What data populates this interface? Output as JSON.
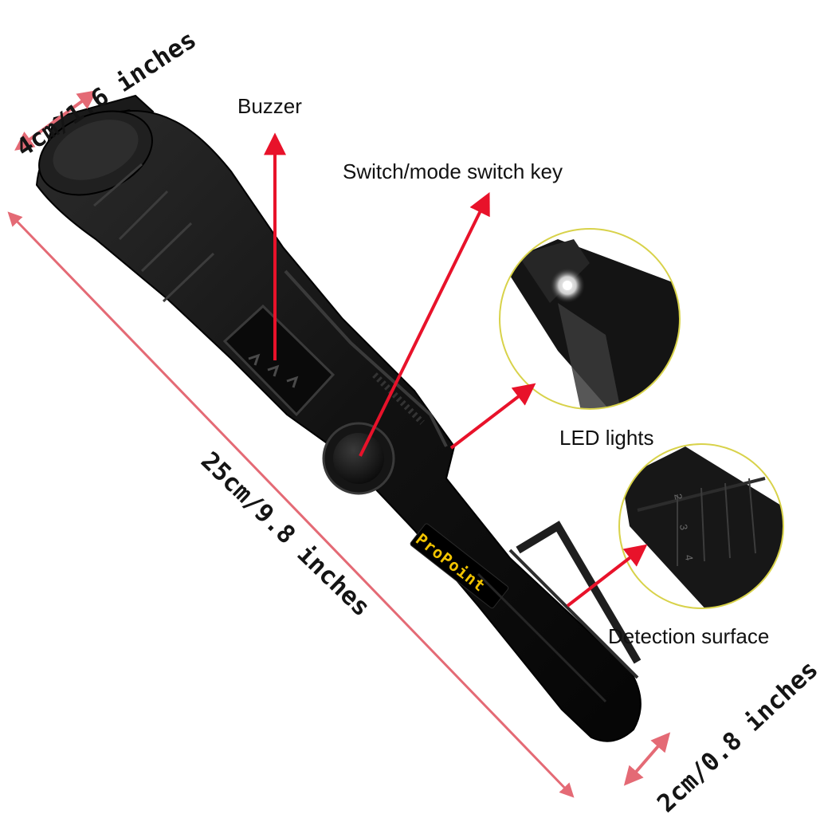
{
  "labels": {
    "buzzer": "Buzzer",
    "switch_key": "Switch/mode switch key",
    "led_lights": "LED lights",
    "detection_surface": "Detection surface"
  },
  "dimensions": {
    "top_width": "4cm/1.6 inches",
    "length": "25cm/9.8 inches",
    "tip_width": "2cm/0.8 inches"
  },
  "brand": {
    "logo_text": "ProPoint"
  },
  "inset_detection": {
    "scale_marks": "2 3 4"
  },
  "colors": {
    "arrow_red": "#e8122a",
    "dimension_pink": "#e46a75",
    "inset_ring": "#d8d24a",
    "device_black": "#141414",
    "logo_yellow": "#f2c400"
  }
}
